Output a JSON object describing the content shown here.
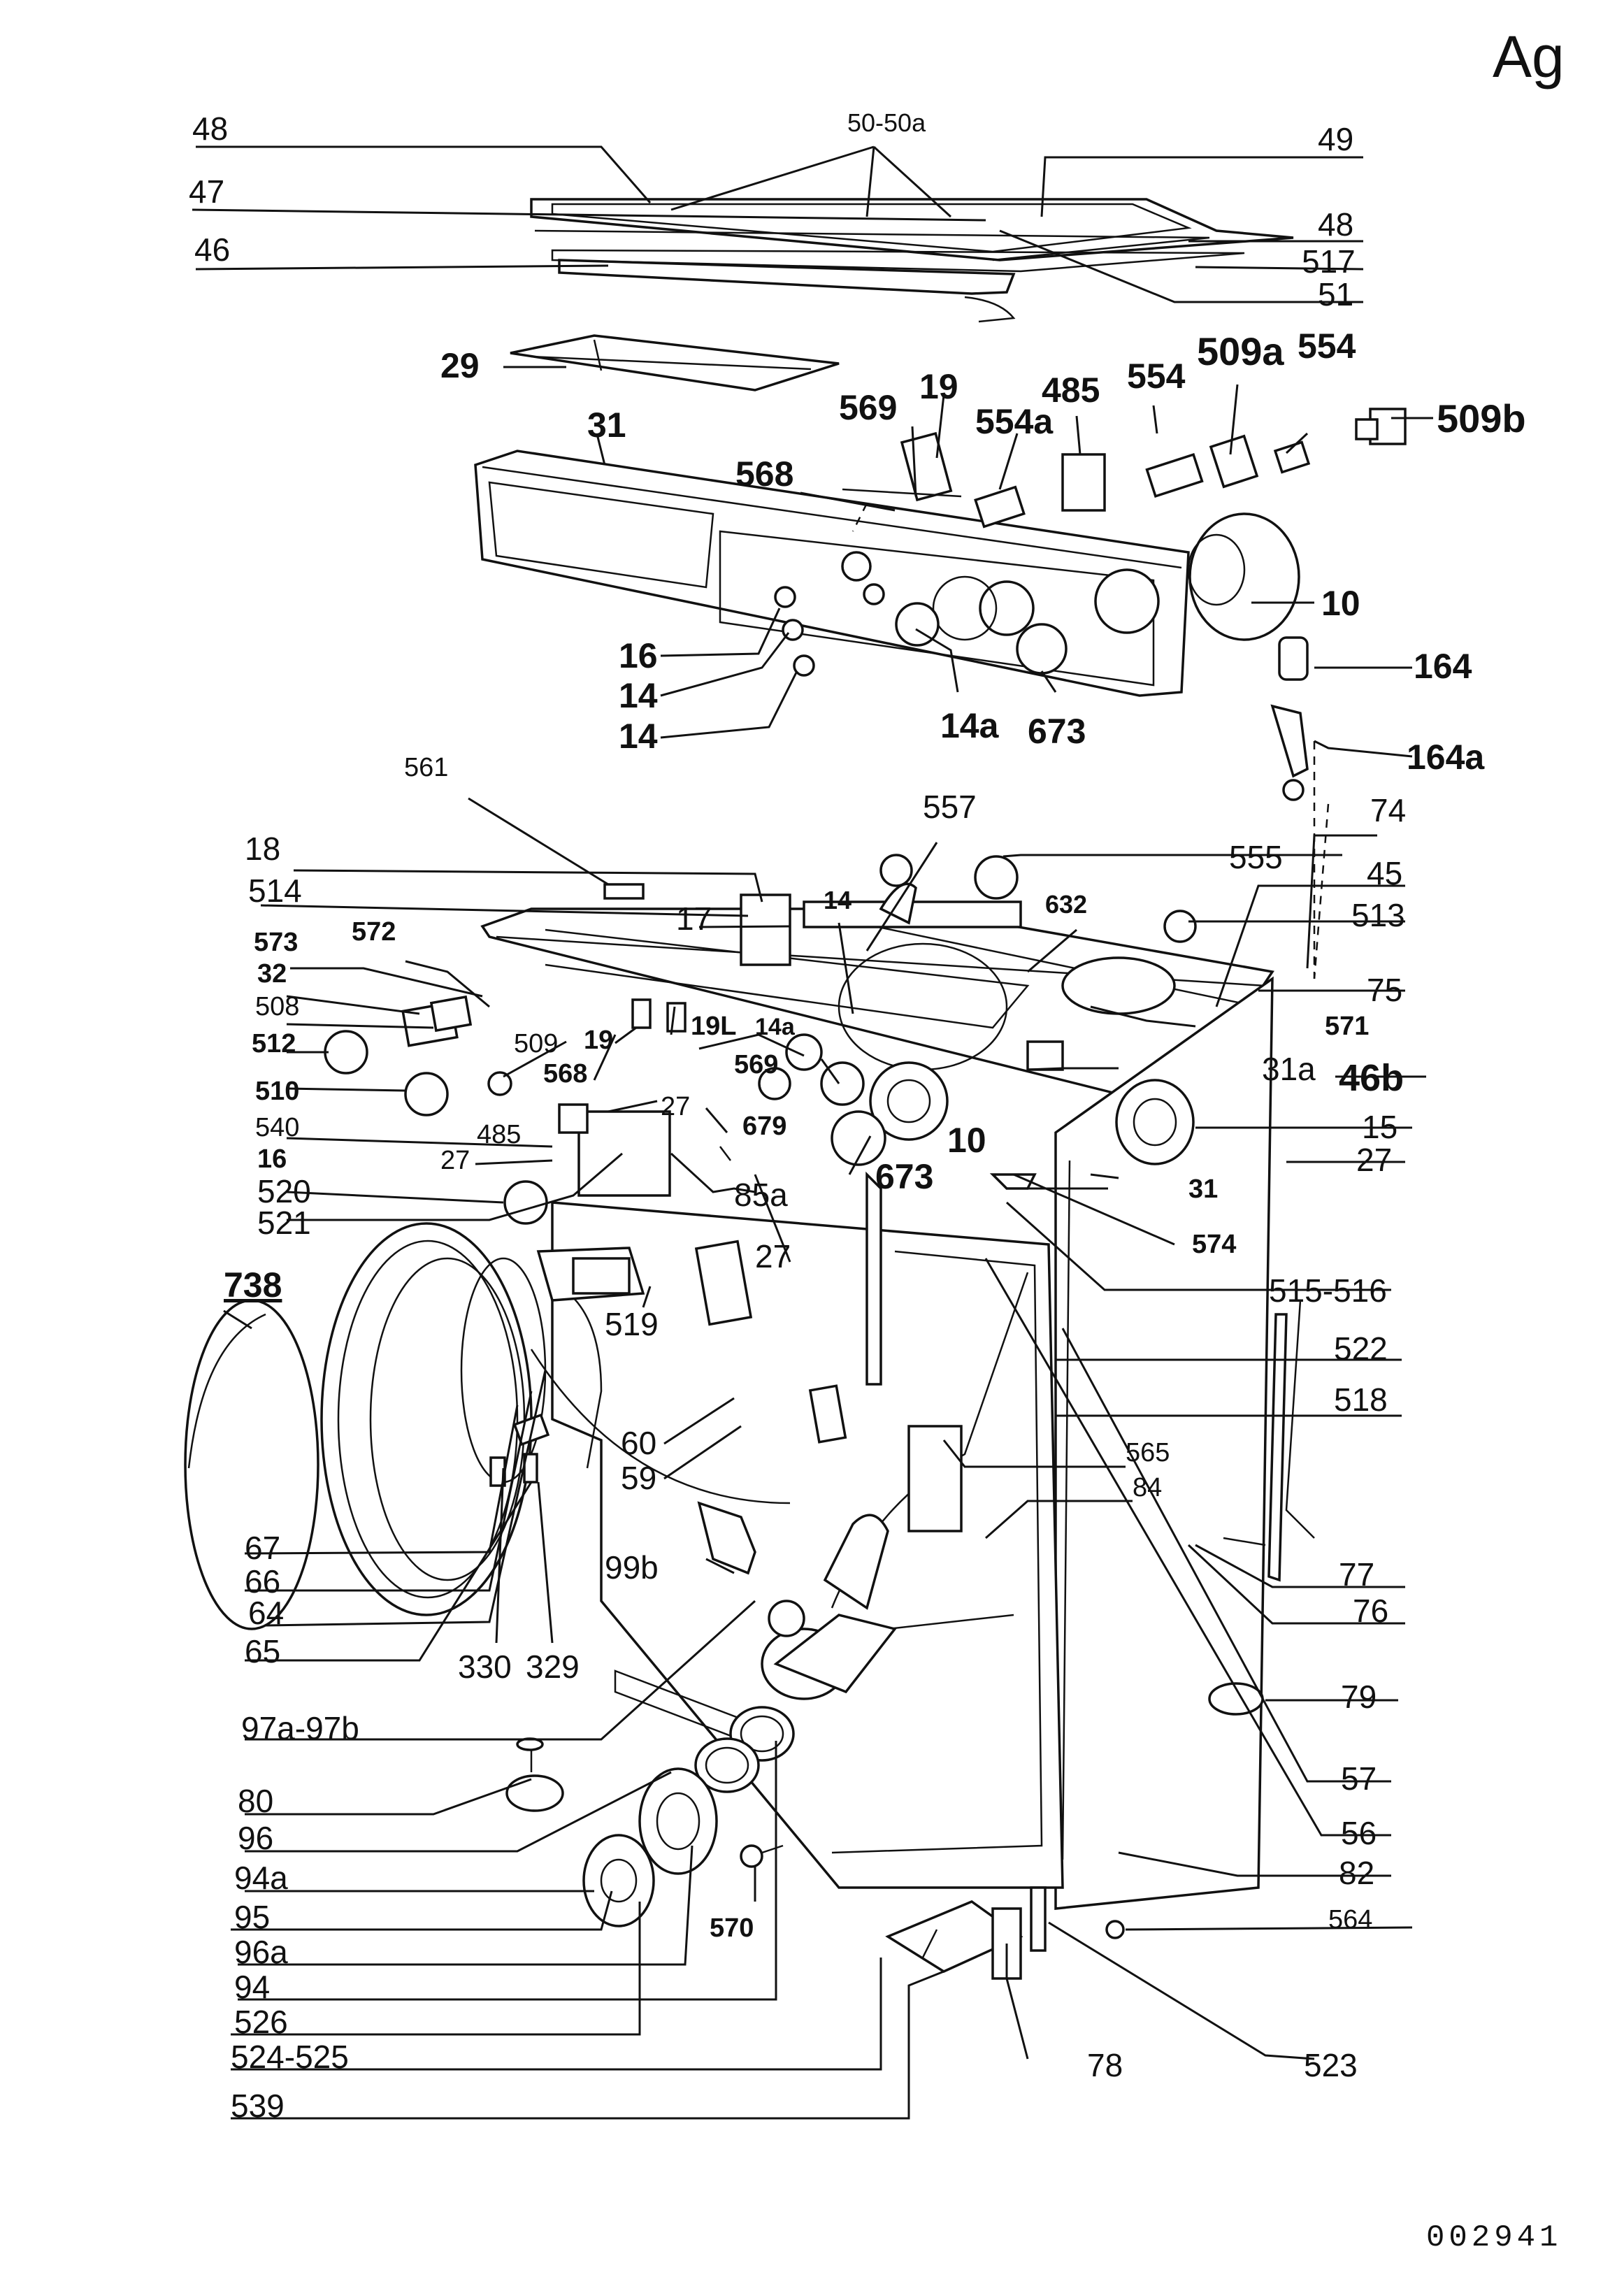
{
  "sheet": {
    "page_mark": "Ag",
    "document_number": "002941"
  },
  "labels": [
    {
      "id": "48",
      "text": "48"
    },
    {
      "id": "47",
      "text": "47"
    },
    {
      "id": "46",
      "text": "46"
    },
    {
      "id": "50-50a",
      "text": "50-50a"
    },
    {
      "id": "49",
      "text": "49"
    },
    {
      "id": "48b",
      "text": "48"
    },
    {
      "id": "517",
      "text": "517"
    },
    {
      "id": "51",
      "text": "51"
    },
    {
      "id": "29",
      "text": "29"
    },
    {
      "id": "569",
      "text": "569"
    },
    {
      "id": "19",
      "text": "19"
    },
    {
      "id": "485",
      "text": "485"
    },
    {
      "id": "554",
      "text": "554"
    },
    {
      "id": "509a",
      "text": "509a"
    },
    {
      "id": "554b",
      "text": "554"
    },
    {
      "id": "509b",
      "text": "509b"
    },
    {
      "id": "554a",
      "text": "554a"
    },
    {
      "id": "31",
      "text": "31"
    },
    {
      "id": "568",
      "text": "568"
    },
    {
      "id": "10",
      "text": "10"
    },
    {
      "id": "16",
      "text": "16"
    },
    {
      "id": "14",
      "text": "14"
    },
    {
      "id": "14b",
      "text": "14"
    },
    {
      "id": "14a",
      "text": "14a"
    },
    {
      "id": "673",
      "text": "673"
    },
    {
      "id": "164",
      "text": "164"
    },
    {
      "id": "164a",
      "text": "164a"
    },
    {
      "id": "561",
      "text": "561"
    },
    {
      "id": "557",
      "text": "557"
    },
    {
      "id": "74",
      "text": "74"
    },
    {
      "id": "18",
      "text": "18"
    },
    {
      "id": "555",
      "text": "555"
    },
    {
      "id": "45",
      "text": "45"
    },
    {
      "id": "514",
      "text": "514"
    },
    {
      "id": "17",
      "text": "17"
    },
    {
      "id": "14c",
      "text": "14"
    },
    {
      "id": "632",
      "text": "632"
    },
    {
      "id": "513",
      "text": "513"
    },
    {
      "id": "573",
      "text": "573"
    },
    {
      "id": "572",
      "text": "572"
    },
    {
      "id": "32",
      "text": "32"
    },
    {
      "id": "75",
      "text": "75"
    },
    {
      "id": "508",
      "text": "508"
    },
    {
      "id": "571",
      "text": "571"
    },
    {
      "id": "512",
      "text": "512"
    },
    {
      "id": "509",
      "text": "509"
    },
    {
      "id": "19b",
      "text": "19"
    },
    {
      "id": "19L",
      "text": "19L"
    },
    {
      "id": "14a2",
      "text": "14a"
    },
    {
      "id": "569b",
      "text": "569"
    },
    {
      "id": "31a",
      "text": "31a"
    },
    {
      "id": "568b",
      "text": "568"
    },
    {
      "id": "46b",
      "text": "46b"
    },
    {
      "id": "510",
      "text": "510"
    },
    {
      "id": "27",
      "text": "27"
    },
    {
      "id": "679",
      "text": "679"
    },
    {
      "id": "10b",
      "text": "10"
    },
    {
      "id": "15",
      "text": "15"
    },
    {
      "id": "540",
      "text": "540"
    },
    {
      "id": "485b",
      "text": "485"
    },
    {
      "id": "27b",
      "text": "27"
    },
    {
      "id": "673b",
      "text": "673"
    },
    {
      "id": "16b",
      "text": "16"
    },
    {
      "id": "27c",
      "text": "27"
    },
    {
      "id": "31b",
      "text": "31"
    },
    {
      "id": "85a",
      "text": "85a"
    },
    {
      "id": "520",
      "text": "520"
    },
    {
      "id": "521",
      "text": "521"
    },
    {
      "id": "27d",
      "text": "27"
    },
    {
      "id": "574",
      "text": "574"
    },
    {
      "id": "738",
      "text": "738"
    },
    {
      "id": "519",
      "text": "519"
    },
    {
      "id": "515-516",
      "text": "515-516"
    },
    {
      "id": "522",
      "text": "522"
    },
    {
      "id": "518",
      "text": "518"
    },
    {
      "id": "60",
      "text": "60"
    },
    {
      "id": "565",
      "text": "565"
    },
    {
      "id": "59",
      "text": "59"
    },
    {
      "id": "84",
      "text": "84"
    },
    {
      "id": "67",
      "text": "67"
    },
    {
      "id": "66",
      "text": "66"
    },
    {
      "id": "99b",
      "text": "99b"
    },
    {
      "id": "64",
      "text": "64"
    },
    {
      "id": "77",
      "text": "77"
    },
    {
      "id": "65",
      "text": "65"
    },
    {
      "id": "76",
      "text": "76"
    },
    {
      "id": "330",
      "text": "330"
    },
    {
      "id": "329",
      "text": "329"
    },
    {
      "id": "79",
      "text": "79"
    },
    {
      "id": "97a-97b",
      "text": "97a-97b"
    },
    {
      "id": "80",
      "text": "80"
    },
    {
      "id": "57",
      "text": "57"
    },
    {
      "id": "96",
      "text": "96"
    },
    {
      "id": "56",
      "text": "56"
    },
    {
      "id": "94a",
      "text": "94a"
    },
    {
      "id": "82",
      "text": "82"
    },
    {
      "id": "95",
      "text": "95"
    },
    {
      "id": "570",
      "text": "570"
    },
    {
      "id": "564",
      "text": "564"
    },
    {
      "id": "96a",
      "text": "96a"
    },
    {
      "id": "94",
      "text": "94"
    },
    {
      "id": "526",
      "text": "526"
    },
    {
      "id": "524-525",
      "text": "524-525"
    },
    {
      "id": "78",
      "text": "78"
    },
    {
      "id": "523",
      "text": "523"
    },
    {
      "id": "539",
      "text": "539"
    }
  ]
}
